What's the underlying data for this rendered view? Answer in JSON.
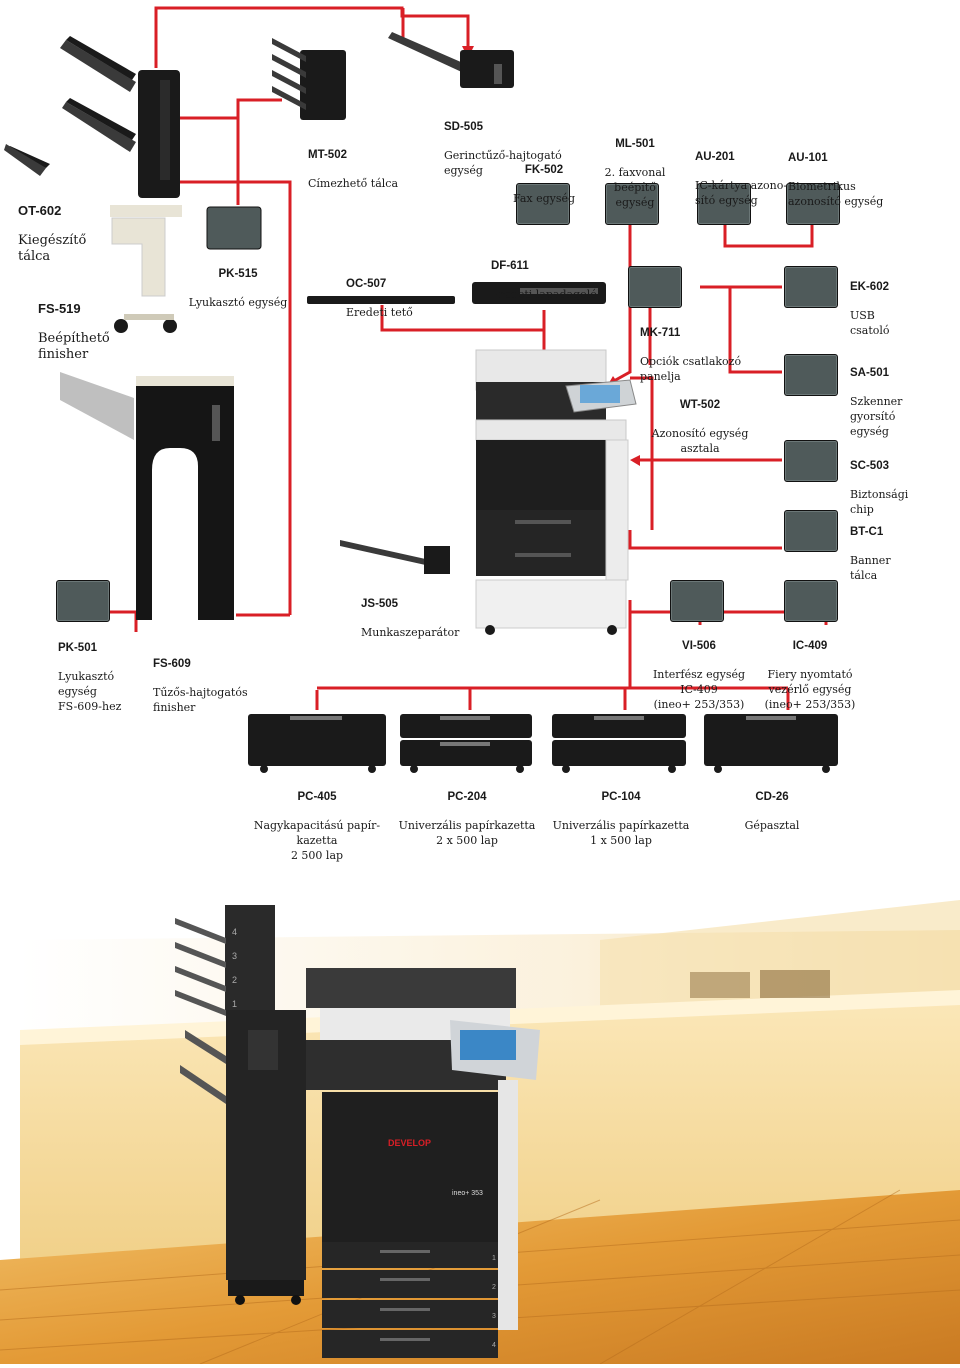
{
  "components": {
    "mt502": {
      "code": "MT-502",
      "desc": "Címezhető tálca"
    },
    "sd505": {
      "code": "SD-505",
      "desc": "Gerinctűző-hajtogató\negység"
    },
    "fk502": {
      "code": "FK-502",
      "desc": "Fax egység"
    },
    "ml501": {
      "code": "ML-501",
      "desc": "2. faxvonal\nbeépítő\negység"
    },
    "au201": {
      "code": "AU-201",
      "desc": "IC-kártya azono-\nsító egység"
    },
    "au101": {
      "code": "AU-101",
      "desc": "Biometrikus\nazonosító egység"
    },
    "ot602": {
      "code": "OT-602",
      "desc": "Kiegészítő\ntálca"
    },
    "fs519": {
      "code": "FS-519",
      "desc": "Beépíthető\nfinisher"
    },
    "pk515": {
      "code": "PK-515",
      "desc": "Lyukasztó egység"
    },
    "oc507": {
      "code": "OC-507",
      "desc": "Eredeti tető"
    },
    "df611": {
      "code": "DF-611",
      "desc": "Eredeti lapadagoló"
    },
    "mk711": {
      "code": "MK-711",
      "desc": "Opciók csatlakozó\npanelja"
    },
    "ek602": {
      "code": "EK-602",
      "desc": "USB\ncsatoló"
    },
    "wt502": {
      "code": "WT-502",
      "desc": "Azonosító egység\nasztala"
    },
    "sa501": {
      "code": "SA-501",
      "desc": "Szkenner\ngyorsító\negység"
    },
    "sc503": {
      "code": "SC-503",
      "desc": "Biztonsági\nchip"
    },
    "btc1": {
      "code": "BT-C1",
      "desc": "Banner\ntálca"
    },
    "js505": {
      "code": "JS-505",
      "desc": "Munkaszeparátor"
    },
    "pk501": {
      "code": "PK-501",
      "desc": "Lyukasztó\negység\nFS-609-hez"
    },
    "fs609": {
      "code": "FS-609",
      "desc": "Tűzős-hajtogatós\nfinisher"
    },
    "vi506": {
      "code": "VI-506",
      "desc": "Interfész egység\nIC-409\n(ineo+ 253/353)"
    },
    "ic409": {
      "code": "IC-409",
      "desc": "Fiery nyomtató\nvezérlő egység\n(ineo+ 253/353)"
    },
    "pc405": {
      "code": "PC-405",
      "desc": "Nagykapacitású papír-\nkazetta\n2 500 lap"
    },
    "pc204": {
      "code": "PC-204",
      "desc": "Univerzális papírkazetta\n2 x 500 lap"
    },
    "pc104": {
      "code": "PC-104",
      "desc": "Univerzális papírkazetta\n1 x 500 lap"
    },
    "cd26": {
      "code": "CD-26",
      "desc": "Gépasztal"
    }
  },
  "photo": {
    "brand": "DEVELOP",
    "model": "ineo+ 353",
    "tray_numbers": [
      "4",
      "3",
      "2",
      "1"
    ],
    "drawer_numbers": [
      "1",
      "2",
      "3",
      "4"
    ]
  },
  "colors": {
    "connector": "#d91f26",
    "option_box": "#4f5a5a",
    "floor": "#e0a043"
  }
}
